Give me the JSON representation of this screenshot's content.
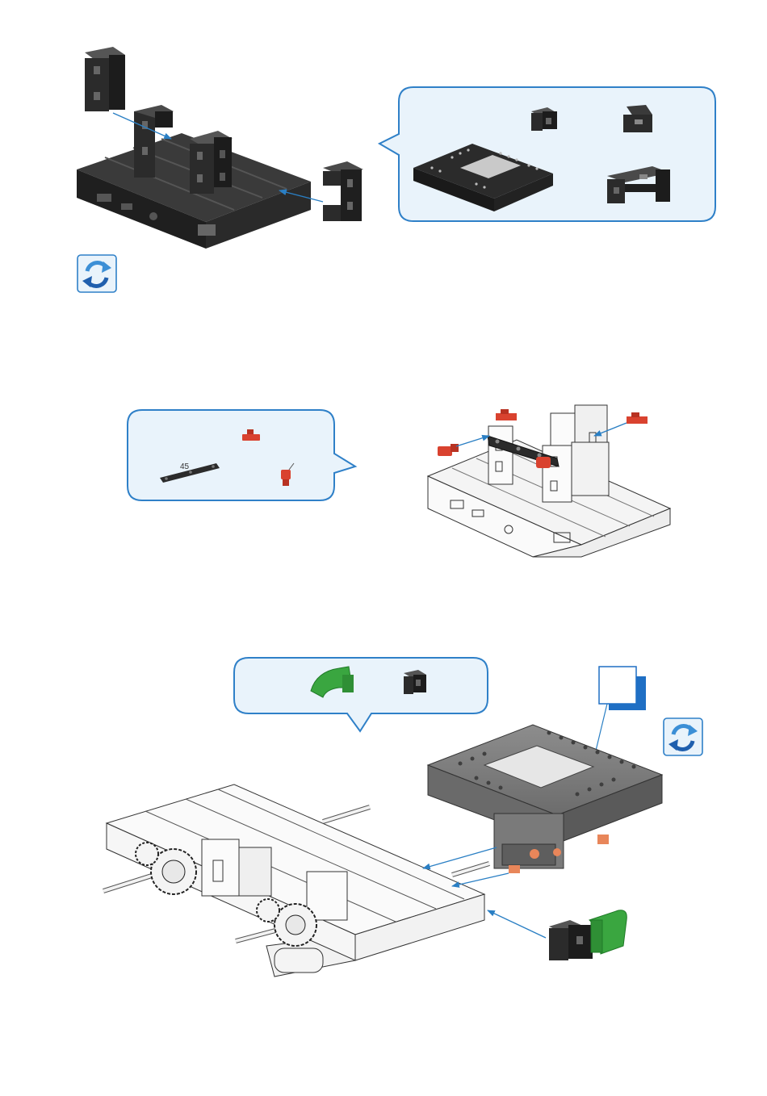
{
  "steps": [
    {
      "parts_bubble": {
        "items": [
          "black-building-block-15",
          "black-angle-block",
          "controller-board",
          "black-u-bracket"
        ]
      },
      "rotate_icon": "rotate-arrows-icon"
    },
    {
      "parts_bubble": {
        "items": [
          "red-spring-cam",
          "black-strut-45",
          "red-plug"
        ],
        "strut_label": "45"
      }
    },
    {
      "parts_bubble": {
        "items": [
          "green-hook-part",
          "black-building-block-15"
        ]
      },
      "rotate_icon": "rotate-arrows-icon",
      "page_marker": "page-flip-marker-icon"
    }
  ],
  "colors": {
    "bubble_stroke": "#2f80c8",
    "bubble_fill": "#e9f3fb",
    "arrow": "#2a7fc4",
    "part_black": "#2b2b2b",
    "part_red": "#d9422f",
    "part_green": "#3aa640",
    "controller_gray": "#7d7d7d"
  }
}
